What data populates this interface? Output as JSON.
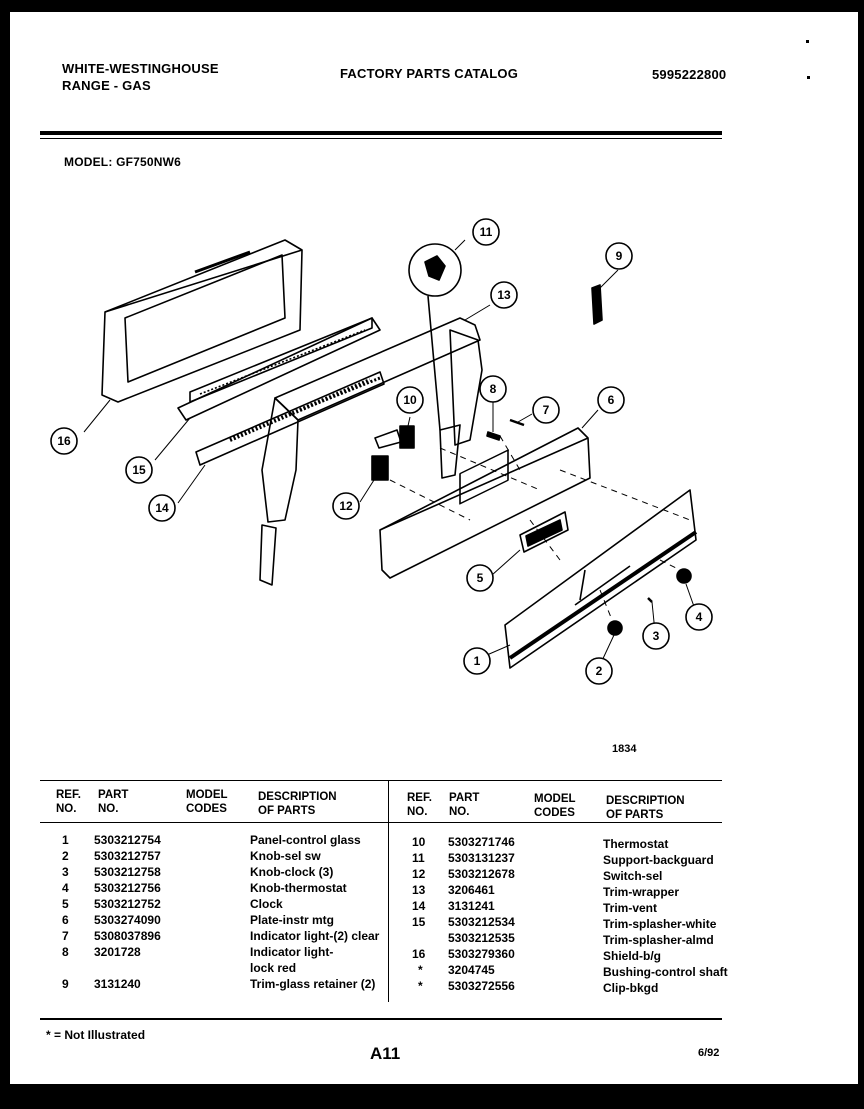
{
  "header": {
    "brand_line1": "WHITE-WESTINGHOUSE",
    "brand_line2": "RANGE - GAS",
    "catalog_title": "FACTORY PARTS CATALOG",
    "catalog_number": "5995222800",
    "model_label": "MODEL:",
    "model_number": "GF750NW6"
  },
  "diagram": {
    "callouts": [
      "1",
      "2",
      "3",
      "4",
      "5",
      "6",
      "7",
      "8",
      "9",
      "10",
      "11",
      "12",
      "13",
      "14",
      "15",
      "16"
    ],
    "figure_number": "1834"
  },
  "table": {
    "headers": {
      "ref": [
        "REF.",
        "NO."
      ],
      "part": [
        "PART",
        "NO."
      ],
      "model": [
        "MODEL",
        "CODES"
      ],
      "desc": [
        "DESCRIPTION",
        "OF PARTS"
      ]
    },
    "left_rows": [
      {
        "ref": "1",
        "part": "5303212754",
        "desc": "Panel-control glass"
      },
      {
        "ref": "2",
        "part": "5303212757",
        "desc": "Knob-sel sw"
      },
      {
        "ref": "3",
        "part": "5303212758",
        "desc": "Knob-clock (3)"
      },
      {
        "ref": "4",
        "part": "5303212756",
        "desc": "Knob-thermostat"
      },
      {
        "ref": "5",
        "part": "5303212752",
        "desc": "Clock"
      },
      {
        "ref": "6",
        "part": "5303274090",
        "desc": "Plate-instr mtg"
      },
      {
        "ref": "7",
        "part": "5308037896",
        "desc": "Indicator light-(2) clear"
      },
      {
        "ref": "8",
        "part": "3201728",
        "desc": "Indicator light-"
      },
      {
        "ref": "",
        "part": "",
        "desc": "lock red"
      },
      {
        "ref": "9",
        "part": "3131240",
        "desc": "Trim-glass retainer (2)"
      }
    ],
    "right_rows": [
      {
        "ref": "10",
        "part": "5303271746",
        "desc": "Thermostat"
      },
      {
        "ref": "11",
        "part": "5303131237",
        "desc": "Support-backguard"
      },
      {
        "ref": "12",
        "part": "5303212678",
        "desc": "Switch-sel"
      },
      {
        "ref": "13",
        "part": "3206461",
        "desc": "Trim-wrapper"
      },
      {
        "ref": "14",
        "part": "3131241",
        "desc": "Trim-vent"
      },
      {
        "ref": "15",
        "part": "5303212534",
        "desc": "Trim-splasher-white"
      },
      {
        "ref": "",
        "part": "5303212535",
        "desc": "Trim-splasher-almd"
      },
      {
        "ref": "16",
        "part": "5303279360",
        "desc": "Shield-b/g"
      },
      {
        "ref": "*",
        "part": "3204745",
        "desc": "Bushing-control shaft"
      },
      {
        "ref": "*",
        "part": "5303272556",
        "desc": "Clip-bkgd"
      }
    ]
  },
  "footer": {
    "note": "* = Not Illustrated",
    "page": "A11",
    "date": "6/92"
  }
}
